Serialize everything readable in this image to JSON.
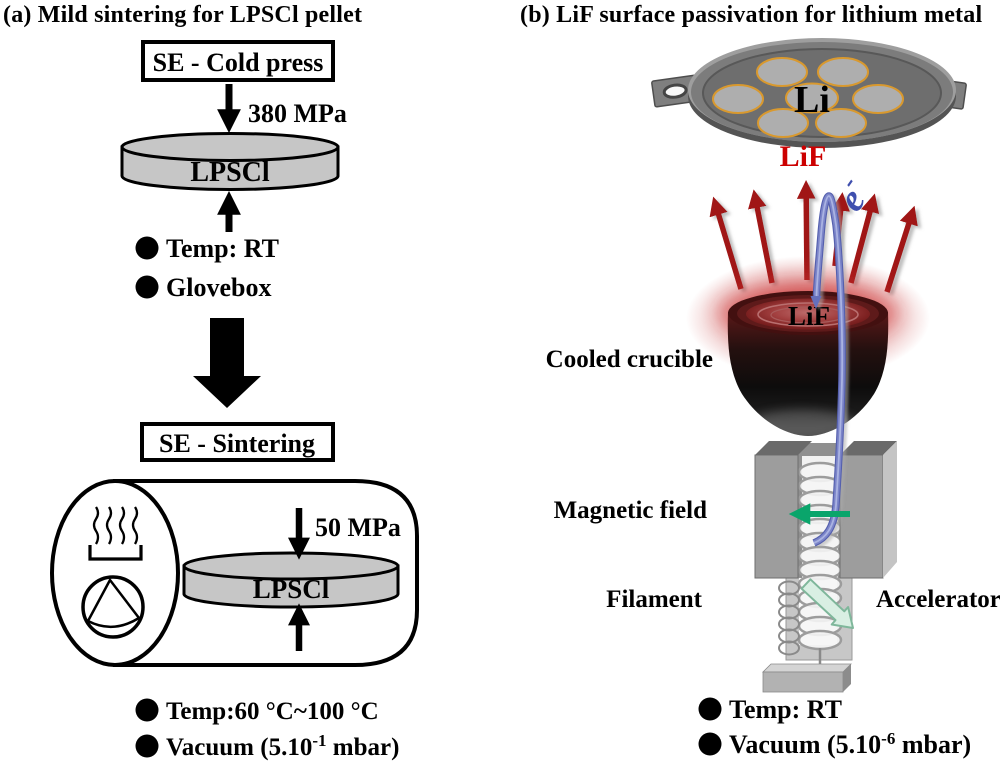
{
  "figure": {
    "panel_a": {
      "title": "(a) Mild sintering for LPSCl pellet",
      "cold_press_label": "SE - Cold press",
      "pressure_top": "380 MPa",
      "pellet_label": "LPSCl",
      "bullet_temp": "Temp: RT",
      "bullet_glovebox": "Glovebox",
      "sintering_label": "SE - Sintering",
      "pressure_furnace": "50 MPa",
      "furnace_pellet_label": "LPSCl",
      "bullet_temp_range": "Temp:60 °C~100 °C",
      "vacuum_prefix": "Vacuum (5.10",
      "vacuum_exponent": "-1",
      "vacuum_suffix": " mbar)"
    },
    "panel_b": {
      "title": "(b) LiF surface passivation for lithium metal",
      "li_label": "Li",
      "lif_deposit_label": "LiF",
      "electron_base": "e",
      "electron_sup": "-",
      "crucible_content": "LiF",
      "cooled_crucible_label": "Cooled crucible",
      "magnetic_field_label": "Magnetic field",
      "filament_label": "Filament",
      "accelerator_label": "Accelerator",
      "bullet_temp": "Temp: RT",
      "vacuum_prefix": "Vacuum (5.10",
      "vacuum_exponent": "-6",
      "vacuum_suffix": " mbar)"
    },
    "colors": {
      "accent_red": "#cc0000",
      "arrow_red": "#a01212",
      "beam_blue": "#7b85c9",
      "electron_text_blue": "#3f4fae",
      "field_green": "#0aa56b",
      "accelerator_mint": "#d9efe3",
      "pellet_gray": "#c6c6c6",
      "plate_gray": "#7c7c7c",
      "disc_rim_orange": "#d9992e"
    }
  }
}
